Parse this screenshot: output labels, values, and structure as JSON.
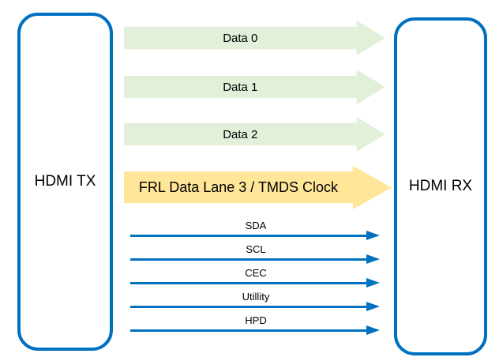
{
  "endpoints": {
    "tx": "HDMI TX",
    "rx": "HDMI RX"
  },
  "fat_arrows": [
    {
      "label": "Data 0",
      "color": "#E2EFD9"
    },
    {
      "label": "Data 1",
      "color": "#E2EFD9"
    },
    {
      "label": "Data 2",
      "color": "#E2EFD9"
    },
    {
      "label": "FRL Data Lane 3 / TMDS Clock",
      "color": "#FFE699"
    }
  ],
  "signal_arrows": [
    {
      "label": "SDA"
    },
    {
      "label": "SCL"
    },
    {
      "label": "CEC"
    },
    {
      "label": "Utillity"
    },
    {
      "label": "HPD"
    }
  ],
  "colors": {
    "accent_blue": "#0070C0",
    "lane_green": "#E2EFD9",
    "lane_gold": "#FFE699",
    "text": "#000000"
  }
}
